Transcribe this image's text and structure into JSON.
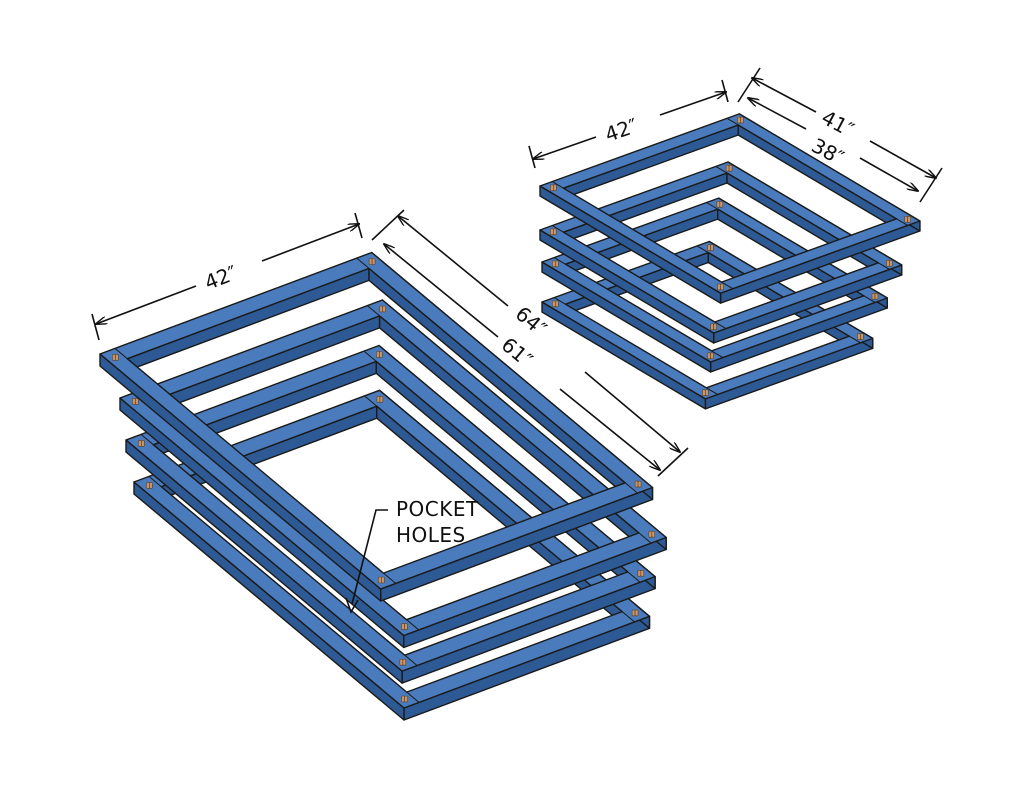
{
  "colors": {
    "frame_top": "#4a7bbd",
    "frame_side": "#2d5a94",
    "outline": "#1a1a1a",
    "pocket_hole": "#c4956a",
    "dimension": "#111111"
  },
  "left_stack": {
    "frame_count": 4,
    "dimensions": {
      "width_label": "42″",
      "outer_length_label": "64″",
      "inner_length_label": "61″"
    },
    "callout": {
      "line1": "POCKET",
      "line2": "HOLES"
    }
  },
  "right_stack": {
    "frame_count": 4,
    "dimensions": {
      "width_label": "42″",
      "outer_depth_label": "41″",
      "inner_depth_label": "38″"
    }
  }
}
